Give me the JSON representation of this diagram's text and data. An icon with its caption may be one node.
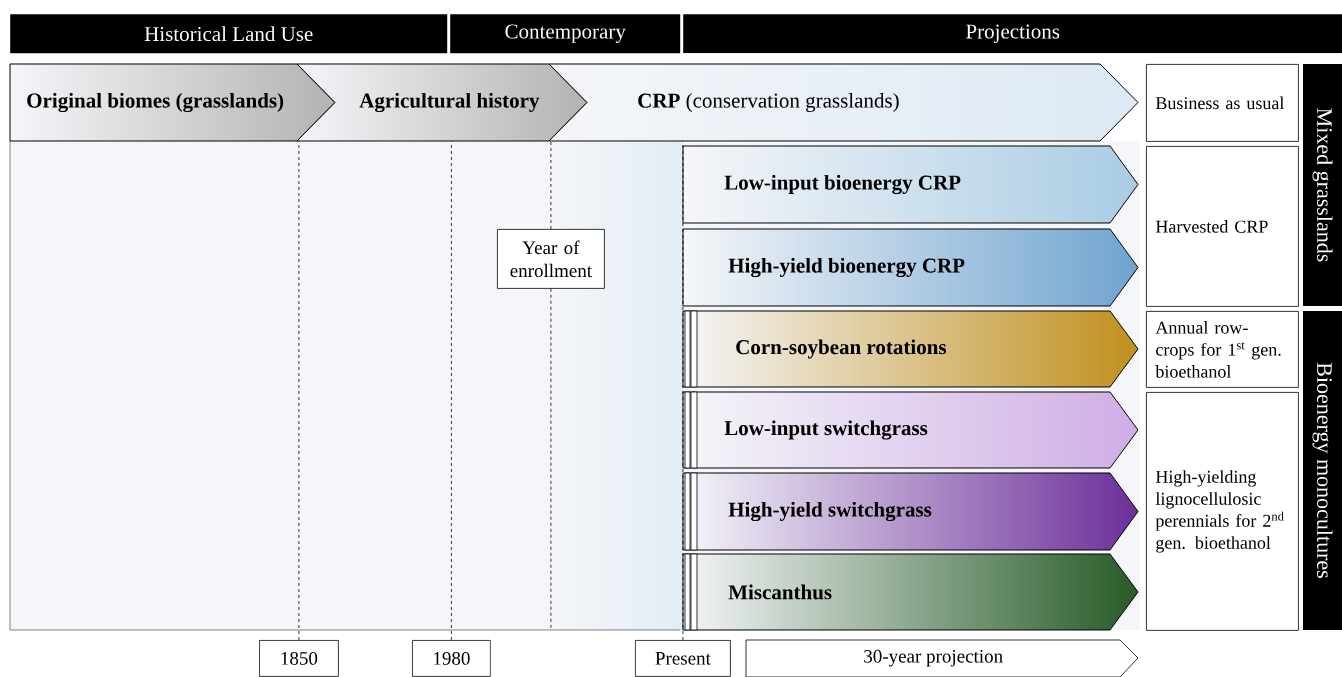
{
  "diagram": {
    "nodes": [
      {
        "text": [
          "Historical Land Use"
        ]
      },
      {
        "text": [
          "Contemporary"
        ]
      },
      {
        "text": [
          "Projections"
        ]
      },
      {
        "text": [
          "Original biomes (grasslands)"
        ]
      },
      {
        "text": [
          "Agricultural history"
        ]
      },
      {
        "text": [
          "**CRP** (conservation grasslands)"
        ]
      },
      {
        "text": [
          "Low-input bioenergy CRP"
        ]
      },
      {
        "text": [
          "High-yield bioenergy CRP"
        ]
      },
      {
        "text": [
          "Corn-soybean rotations"
        ]
      },
      {
        "text": [
          "Low-input switchgrass"
        ]
      },
      {
        "text": [
          "High-yield switchgrass"
        ]
      },
      {
        "text": [
          "Miscanthus"
        ]
      },
      {
        "text": [
          "Business as usual"
        ]
      },
      {
        "text": [
          "Harvested CRP"
        ]
      },
      {
        "text": [
          "Annual row-crops for 1$^{st}$ gen. bioethanol"
        ]
      },
      {
        "text": [
          "High-yielding lignocellulosic perennials for 2$^{nd}$ gen. bioethanol"
        ]
      },
      {
        "text": [
          "Mixed grasslands"
        ]
      },
      {
        "text": [
          "Bioenergy monocultures"
        ]
      },
      {
        "text": [
          "Year of enrollment"
        ]
      },
      {
        "text": [
          "1850"
        ]
      },
      {
        "text": [
          "1980"
        ]
      },
      {
        "text": [
          "Present"
        ]
      },
      {
        "text": [
          "30-year projection"
        ]
      }
    ],
    "edges": [
      {
        "from": 19,
        "to": 3,
        "arrow": "none",
        "style": "dashed"
      },
      {
        "from": 20,
        "to": 4,
        "arrow": "none",
        "style": "dashed"
      },
      {
        "from": 18,
        "to": 5,
        "arrow": "none",
        "style": "dashed"
      },
      {
        "from": 21,
        "to": 5,
        "arrow": "none",
        "style": "dashed"
      }
    ]
  }
}
